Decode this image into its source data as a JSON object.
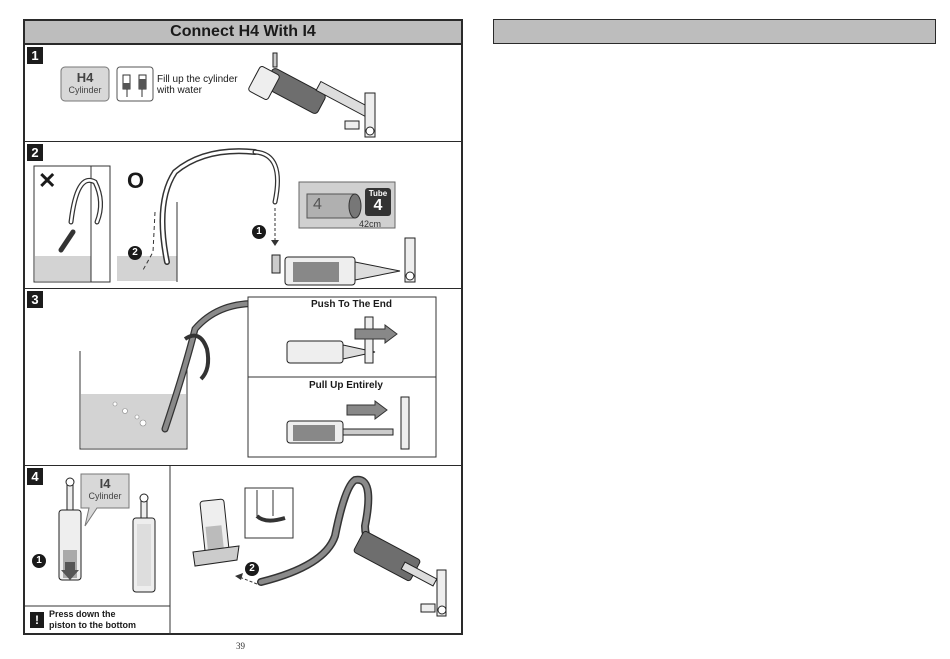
{
  "header": {
    "title": "Connect H4 With I4"
  },
  "steps": [
    {
      "number": "1",
      "part_label": "H4",
      "part_sub": "Cylinder",
      "instruction_line1": "Fill up the cylinder",
      "instruction_line2": "with water"
    },
    {
      "number": "2",
      "wrong_mark": "✕",
      "right_mark": "O",
      "callout_1": "1",
      "callout_2": "2",
      "tube_number_small": "4",
      "tube_tag_title": "Tube",
      "tube_tag_number": "4",
      "tube_length": "42cm"
    },
    {
      "number": "3",
      "push_label": "Push To The End",
      "pull_label": "Pull Up Entirely"
    },
    {
      "number": "4",
      "part_label": "I4",
      "part_sub": "Cylinder",
      "callout_1": "1",
      "callout_2": "2",
      "warning_mark": "!",
      "warning_line1": "Press down the",
      "warning_line2": "piston to the bottom"
    }
  ],
  "footer": {
    "page_number": "39"
  },
  "right_page": {
    "header_title": ""
  },
  "colors": {
    "title_bar": "#bdbdbd",
    "border": "#2a2a2a",
    "water": "#d3d3d3",
    "tube": "#8a8a8a"
  }
}
